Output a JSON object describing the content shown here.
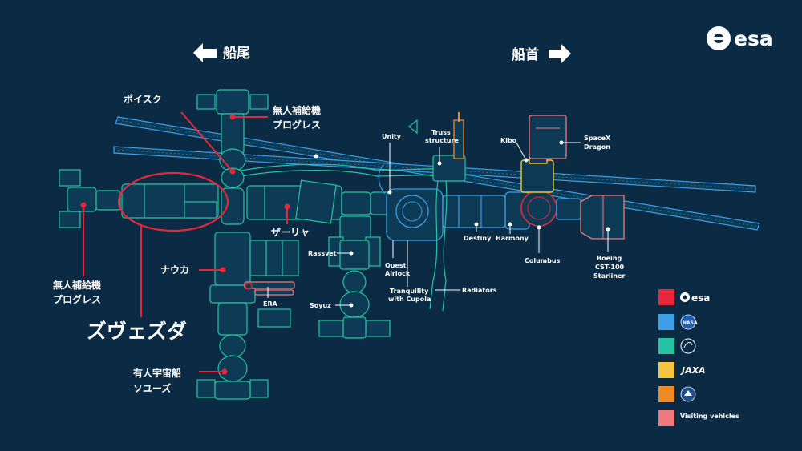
{
  "header": {
    "aft_label": "船尾",
    "forward_label": "船首",
    "logo_text": "esa"
  },
  "modules": {
    "poisk": "ポイスク",
    "progress_top_1": "無人補給機",
    "progress_top_2": "プログレス",
    "progress_left_1": "無人補給機",
    "progress_left_2": "プログレス",
    "zarya": "ザーリャ",
    "nauka": "ナウカ",
    "zvezda": "ズヴェズダ",
    "soyuz_jp_1": "有人宇宙船",
    "soyuz_jp_2": "ソユーズ",
    "era": "ERA",
    "rassvet": "Rassvet",
    "soyuz": "Soyuz",
    "unity": "Unity",
    "truss_1": "Truss",
    "truss_2": "structure",
    "quest_1": "Quest",
    "quest_2": "Airlock",
    "tranquility_1": "Tranquility",
    "tranquility_2": "with Cupola",
    "radiators": "Radiators",
    "destiny": "Destiny",
    "harmony": "Harmony",
    "kibo": "Kibo",
    "spacex_1": "SpaceX",
    "spacex_2": "Dragon",
    "columbus": "Columbus",
    "boeing_1": "Boeing",
    "boeing_2": "CST-100",
    "boeing_3": "Starliner"
  },
  "legend": [
    {
      "label": "esa",
      "color": "#e8283a",
      "icon": "esa-logo-icon"
    },
    {
      "label": "NASA",
      "color": "#3d9fe6",
      "icon": "nasa-logo-icon"
    },
    {
      "label": "",
      "color": "#27c3a5",
      "icon": "roscosmos-logo-icon"
    },
    {
      "label": "JAXA",
      "color": "#f4c542",
      "icon": "jaxa-logo-icon"
    },
    {
      "label": "",
      "color": "#f08a24",
      "icon": "csa-logo-icon"
    },
    {
      "label": "Visiting vehicles",
      "color": "#f07a7e",
      "icon": ""
    }
  ],
  "colors": {
    "background": "#0b2a44",
    "esa_red": "#e8283a",
    "nasa_blue": "#3d9fe6",
    "roscosmos_teal": "#27c3a5",
    "jaxa_yellow": "#f4c542",
    "csa_orange": "#f08a24",
    "visiting_pink": "#f07a7e"
  }
}
